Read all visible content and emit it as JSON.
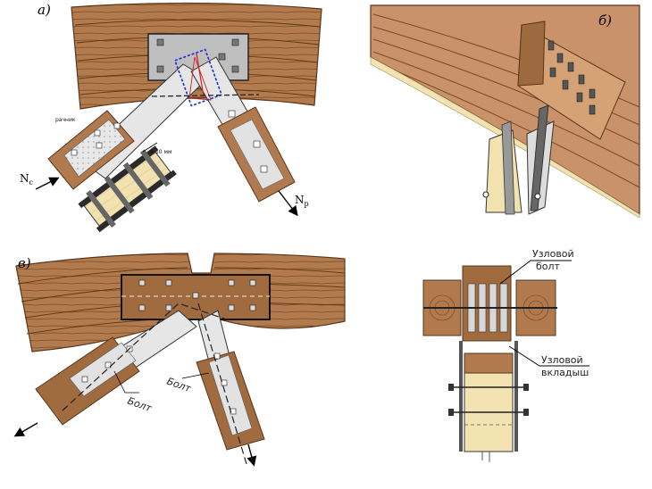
{
  "panels": {
    "a": {
      "label": "а)",
      "dim_note": "8-10 мм",
      "note_tag": "рачник",
      "force_left_main": "N",
      "force_left_sub": "c",
      "force_right_main": "N",
      "force_right_sub": "p"
    },
    "b": {
      "label": "б)"
    },
    "c": {
      "label": "в)",
      "bolt_left": "Болт",
      "bolt_right": "Болт"
    },
    "d": {
      "callout_bolt_line1": "Узловой",
      "callout_bolt_line2": "болт",
      "callout_insert_line1": "Узловой",
      "callout_insert_line2": "вкладыш"
    }
  },
  "colors": {
    "wood": "#b07a4e",
    "wood_dark": "#6e4424",
    "wood_light": "#f3e3b3",
    "steel": "#cfcfcf",
    "steel_dark": "#8a8a8a",
    "red": "#d21f1f",
    "blue": "#1c2bd6"
  }
}
